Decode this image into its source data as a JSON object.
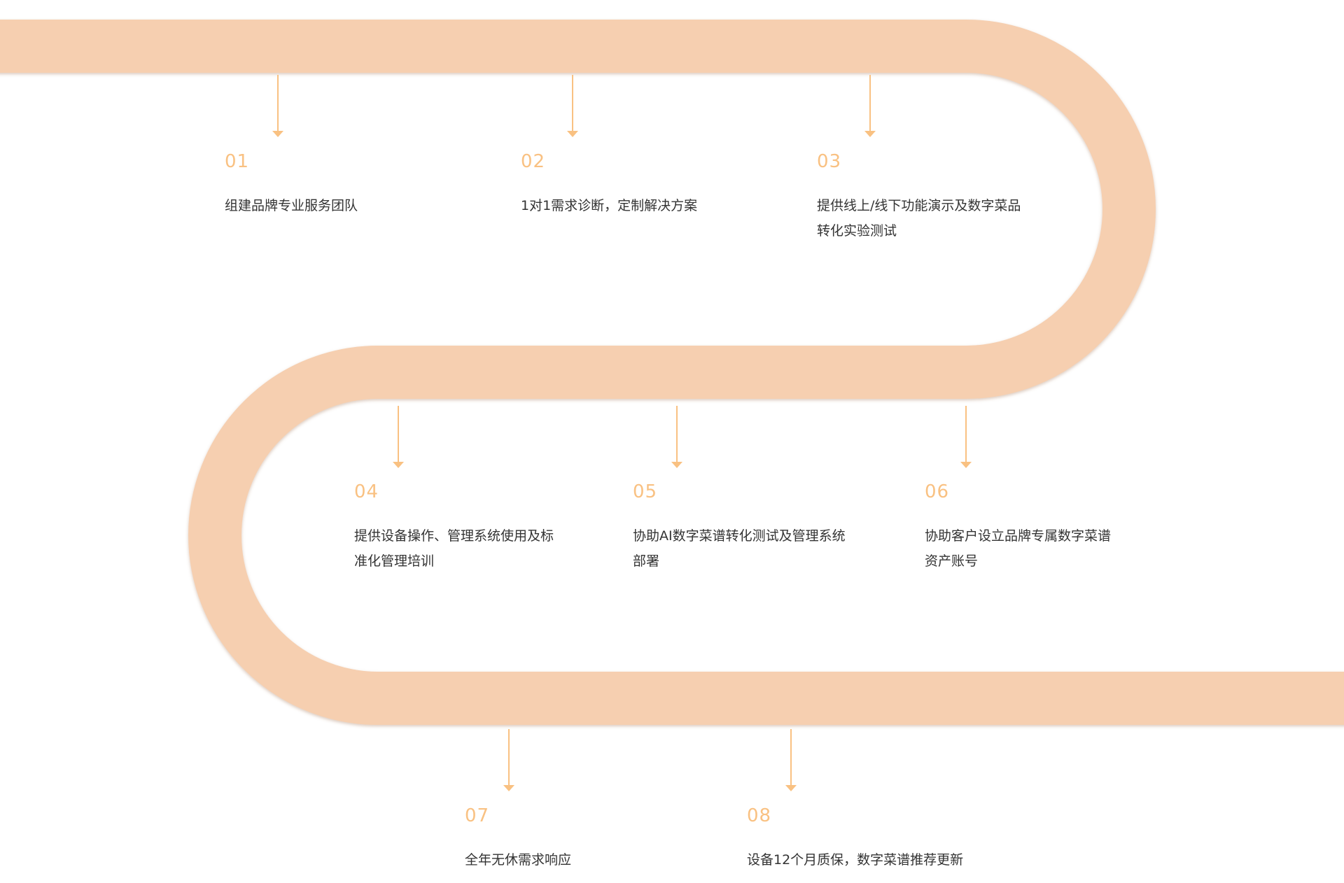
{
  "colors": {
    "road": "#f6cfb0",
    "road_shadow": "#c9a488",
    "accent": "#f9c182",
    "text": "#333333"
  },
  "steps": [
    {
      "number": "01",
      "text_lines": [
        "组建品牌专业服务团队"
      ]
    },
    {
      "number": "02",
      "text_lines": [
        "1对1需求诊断，定制解决方案"
      ]
    },
    {
      "number": "03",
      "text_lines": [
        "提供线上/线下功能演示及数字菜品",
        "转化实验测试"
      ]
    },
    {
      "number": "04",
      "text_lines": [
        "提供设备操作、管理系统使用及标",
        "准化管理培训"
      ]
    },
    {
      "number": "05",
      "text_lines": [
        "协助AI数字菜谱转化测试及管理系统",
        "部署"
      ]
    },
    {
      "number": "06",
      "text_lines": [
        "协助客户设立品牌专属数字菜谱",
        "资产账号"
      ]
    },
    {
      "number": "07",
      "text_lines": [
        "全年无休需求响应"
      ]
    },
    {
      "number": "08",
      "text_lines": [
        "设备12个月质保，数字菜谱推荐更新"
      ]
    }
  ]
}
